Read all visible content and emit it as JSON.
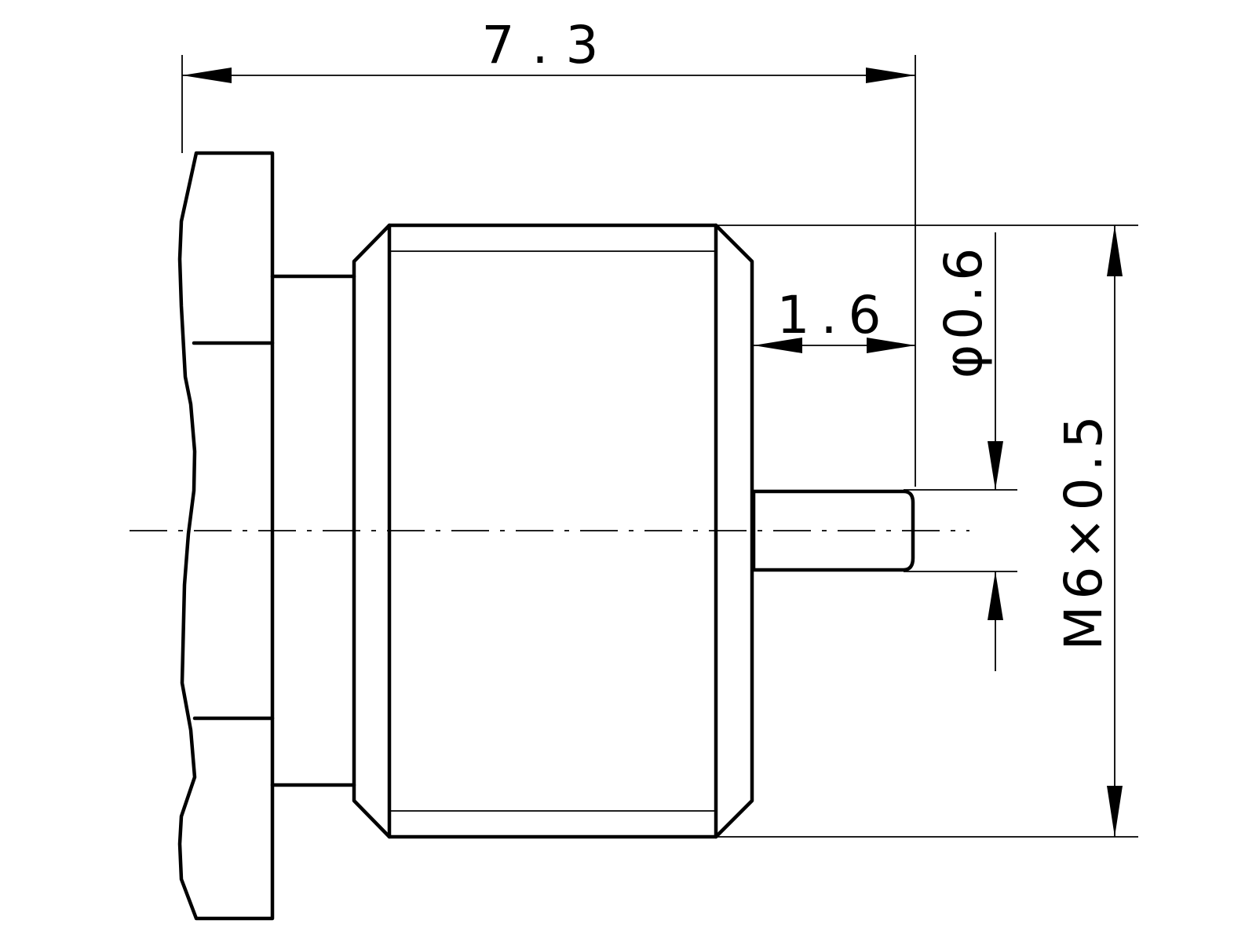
{
  "drawing": {
    "line_color": "#000000",
    "background_color": "#ffffff",
    "dimensions": {
      "overall_length": "7.3",
      "pin_length": "1.6",
      "pin_diameter": "φ0.6",
      "thread_spec": "M6×0.5"
    }
  }
}
